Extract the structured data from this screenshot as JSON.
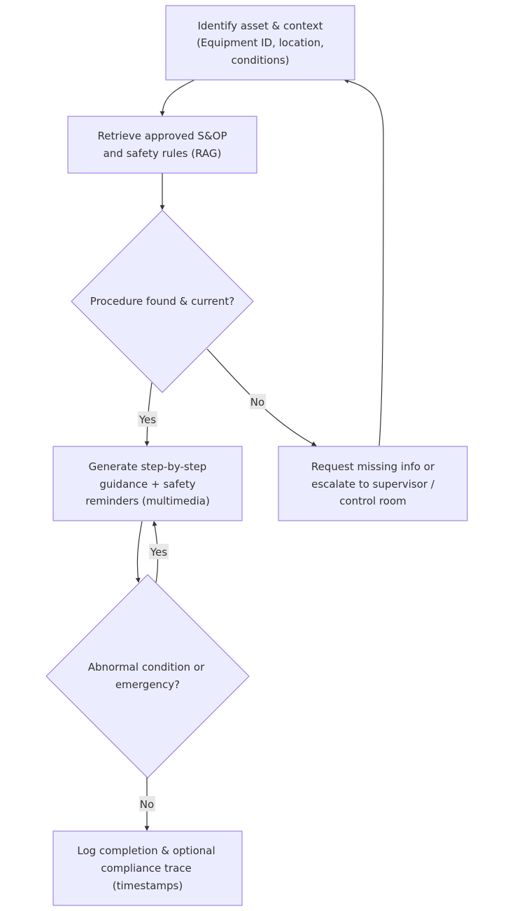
{
  "nodes": {
    "identify": {
      "lines": [
        "Identify asset & context",
        "(Equipment ID, location,",
        "conditions)"
      ]
    },
    "retrieve": {
      "lines": [
        "Retrieve approved S&OP",
        "and safety rules (RAG)"
      ]
    },
    "procedure_decision": {
      "lines": [
        "Procedure found & current?"
      ]
    },
    "generate": {
      "lines": [
        "Generate step-by-step",
        "guidance + safety",
        "reminders (multimedia)"
      ]
    },
    "request": {
      "lines": [
        "Request missing info or",
        "escalate to supervisor /",
        "control room"
      ]
    },
    "abnormal_decision": {
      "lines": [
        "Abnormal condition or",
        "emergency?"
      ]
    },
    "log": {
      "lines": [
        "Log completion & optional",
        "compliance trace",
        "(timestamps)"
      ]
    }
  },
  "edge_labels": {
    "procedure_yes": "Yes",
    "procedure_no": "No",
    "abnormal_yes": "Yes",
    "abnormal_no": "No"
  },
  "colors": {
    "node_fill": "#ECECFF",
    "node_stroke": "#9370DB",
    "edge": "#333333",
    "label_bg": "#e8e8e8",
    "text": "#333333"
  }
}
